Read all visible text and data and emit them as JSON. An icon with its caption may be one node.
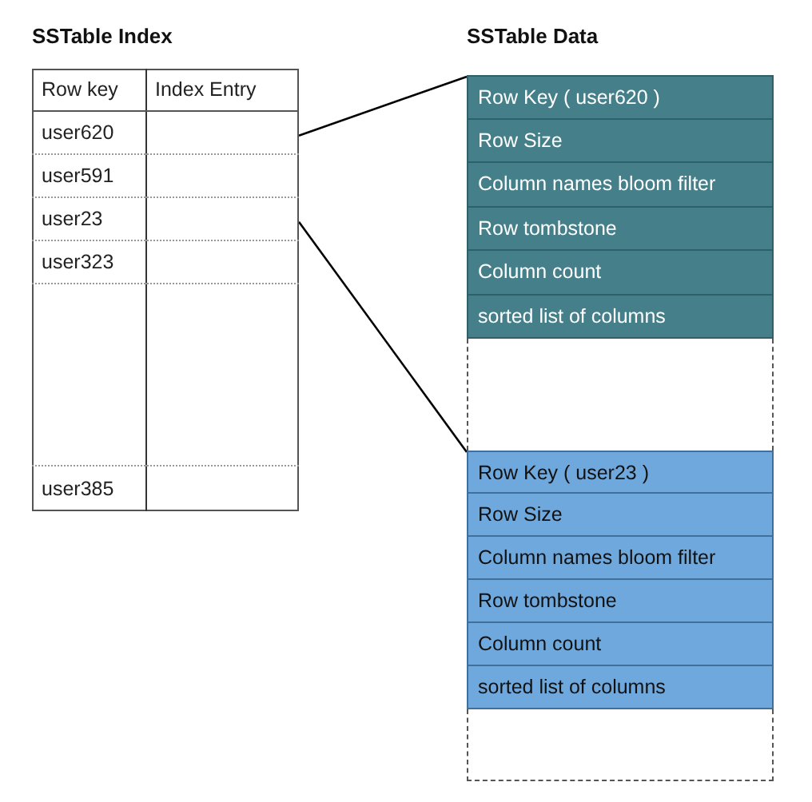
{
  "diagram": {
    "nodes": [
      {
        "text": [
          "SSTable Index"
        ]
      },
      {
        "text": [
          "Row key"
        ],
        "in": 0
      },
      {
        "text": [
          "Index Entry"
        ],
        "in": 0
      },
      {
        "text": [
          "user620"
        ],
        "in": 0
      },
      {
        "text": [],
        "shape": "box",
        "in": 0
      },
      {
        "text": [
          "user591"
        ],
        "in": 0
      },
      {
        "text": [],
        "shape": "box",
        "in": 0
      },
      {
        "text": [
          "user23"
        ],
        "in": 0
      },
      {
        "text": [],
        "shape": "box",
        "in": 0
      },
      {
        "text": [
          "user323"
        ],
        "in": 0
      },
      {
        "text": [],
        "shape": "box",
        "in": 0
      },
      {
        "text": [
          "user385"
        ],
        "in": 0
      },
      {
        "text": [],
        "shape": "box",
        "in": 0
      },
      {
        "text": [
          "SSTable Data"
        ]
      },
      {
        "text": [
          "Row Key ( user620 )"
        ],
        "in": 13
      },
      {
        "text": [
          "Row Size"
        ],
        "in": 13
      },
      {
        "text": [
          "Column names bloom filter"
        ],
        "in": 13
      },
      {
        "text": [
          "Row tombstone"
        ],
        "in": 13
      },
      {
        "text": [
          "Column count"
        ],
        "in": 13
      },
      {
        "text": [
          "sorted list of columns"
        ],
        "in": 13
      },
      {
        "text": [],
        "shape": "box",
        "in": 13
      },
      {
        "text": [
          "Row Key ( user23 )"
        ],
        "in": 13
      },
      {
        "text": [
          "Row Size"
        ],
        "in": 13
      },
      {
        "text": [
          "Column names bloom filter"
        ],
        "in": 13
      },
      {
        "text": [
          "Row tombstone"
        ],
        "in": 13
      },
      {
        "text": [
          "Column count"
        ],
        "in": 13
      },
      {
        "text": [
          "sorted list of columns"
        ],
        "in": 13
      },
      {
        "text": [],
        "shape": "box",
        "in": 13
      }
    ],
    "edges": [
      {
        "from": 4,
        "to": 14,
        "arrow": "none"
      },
      {
        "from": 8,
        "to": 21,
        "arrow": "none"
      }
    ]
  }
}
